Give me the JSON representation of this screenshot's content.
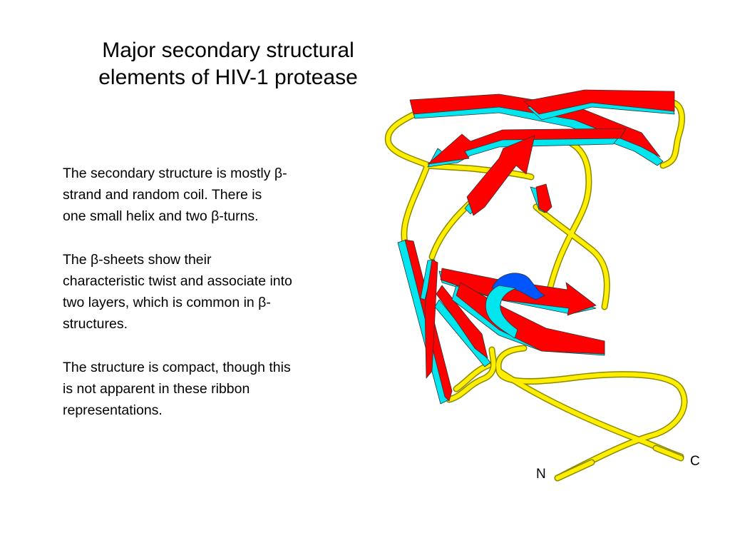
{
  "slide": {
    "title_lines": [
      "Major secondary structural",
      "elements of HIV-1 protease"
    ],
    "paragraphs": [
      {
        "lines": [
          "The secondary structure is mostly β-",
          "strand and random coil.  There is",
          "one small helix and two β-turns."
        ]
      },
      {
        "lines": [
          "The β-sheets show their",
          "characteristic twist and associate into",
          "two layers, which is common in β-",
          "structures."
        ]
      },
      {
        "lines": [
          "The structure is compact, though this",
          "is not apparent in these ribbon",
          "representations."
        ]
      }
    ]
  },
  "figure": {
    "terminus_labels": {
      "n": "N",
      "c": "C"
    },
    "colors": {
      "strand": "#ff0000",
      "strand_edge": "#00e5ee",
      "coil": "#ffee00",
      "coil_outline": "#8a8a00",
      "helix": "#0055ff",
      "helix_light": "#00e5ee"
    }
  }
}
